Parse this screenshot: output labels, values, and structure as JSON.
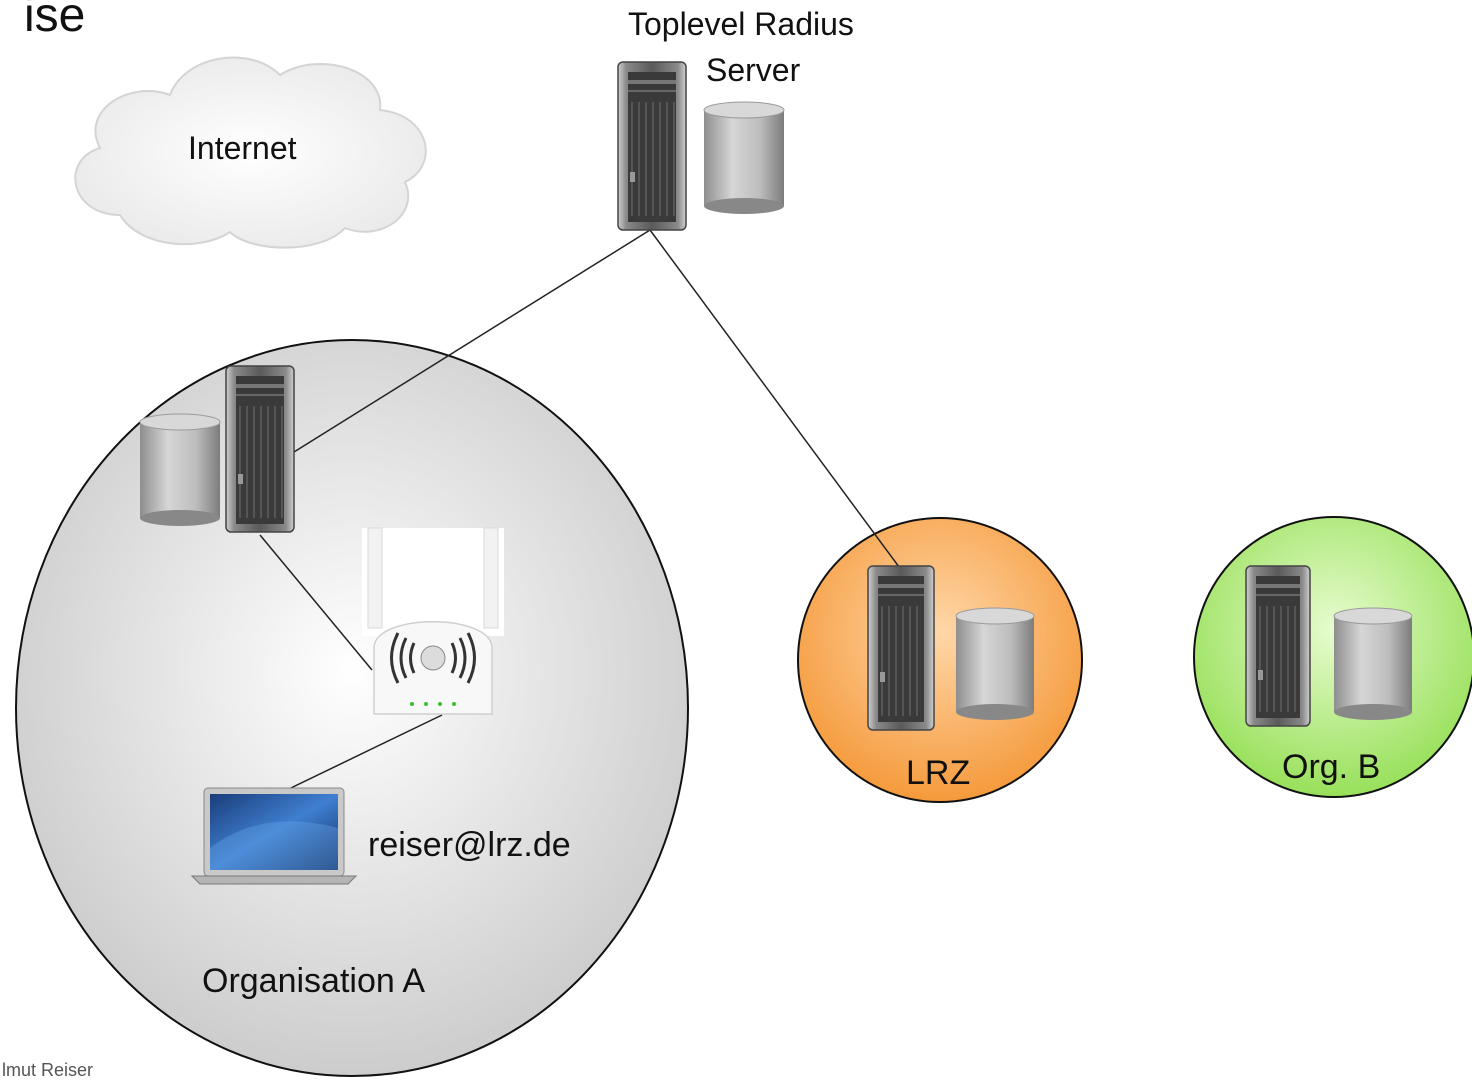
{
  "slide": {
    "title_fragment": "ise",
    "footer": "lmut Reiser"
  },
  "nodes": {
    "internet": {
      "label": "Internet",
      "icon": "cloud-icon"
    },
    "toplevel_radius": {
      "label_line1": "Toplevel Radius",
      "label_line2": "Server",
      "icon": "server-tower-icon"
    },
    "organisation_a": {
      "label": "Organisation A",
      "user": "reiser@lrz.de",
      "fill": "#d9d9d9"
    },
    "lrz": {
      "label": "LRZ",
      "fill": "#f7a14a"
    },
    "org_b": {
      "label": "Org. B",
      "fill": "#a9e96e"
    }
  },
  "colors": {
    "server_dark": "#3a3a3a",
    "storage_gray": "#9a9a9a",
    "line": "#222222"
  }
}
